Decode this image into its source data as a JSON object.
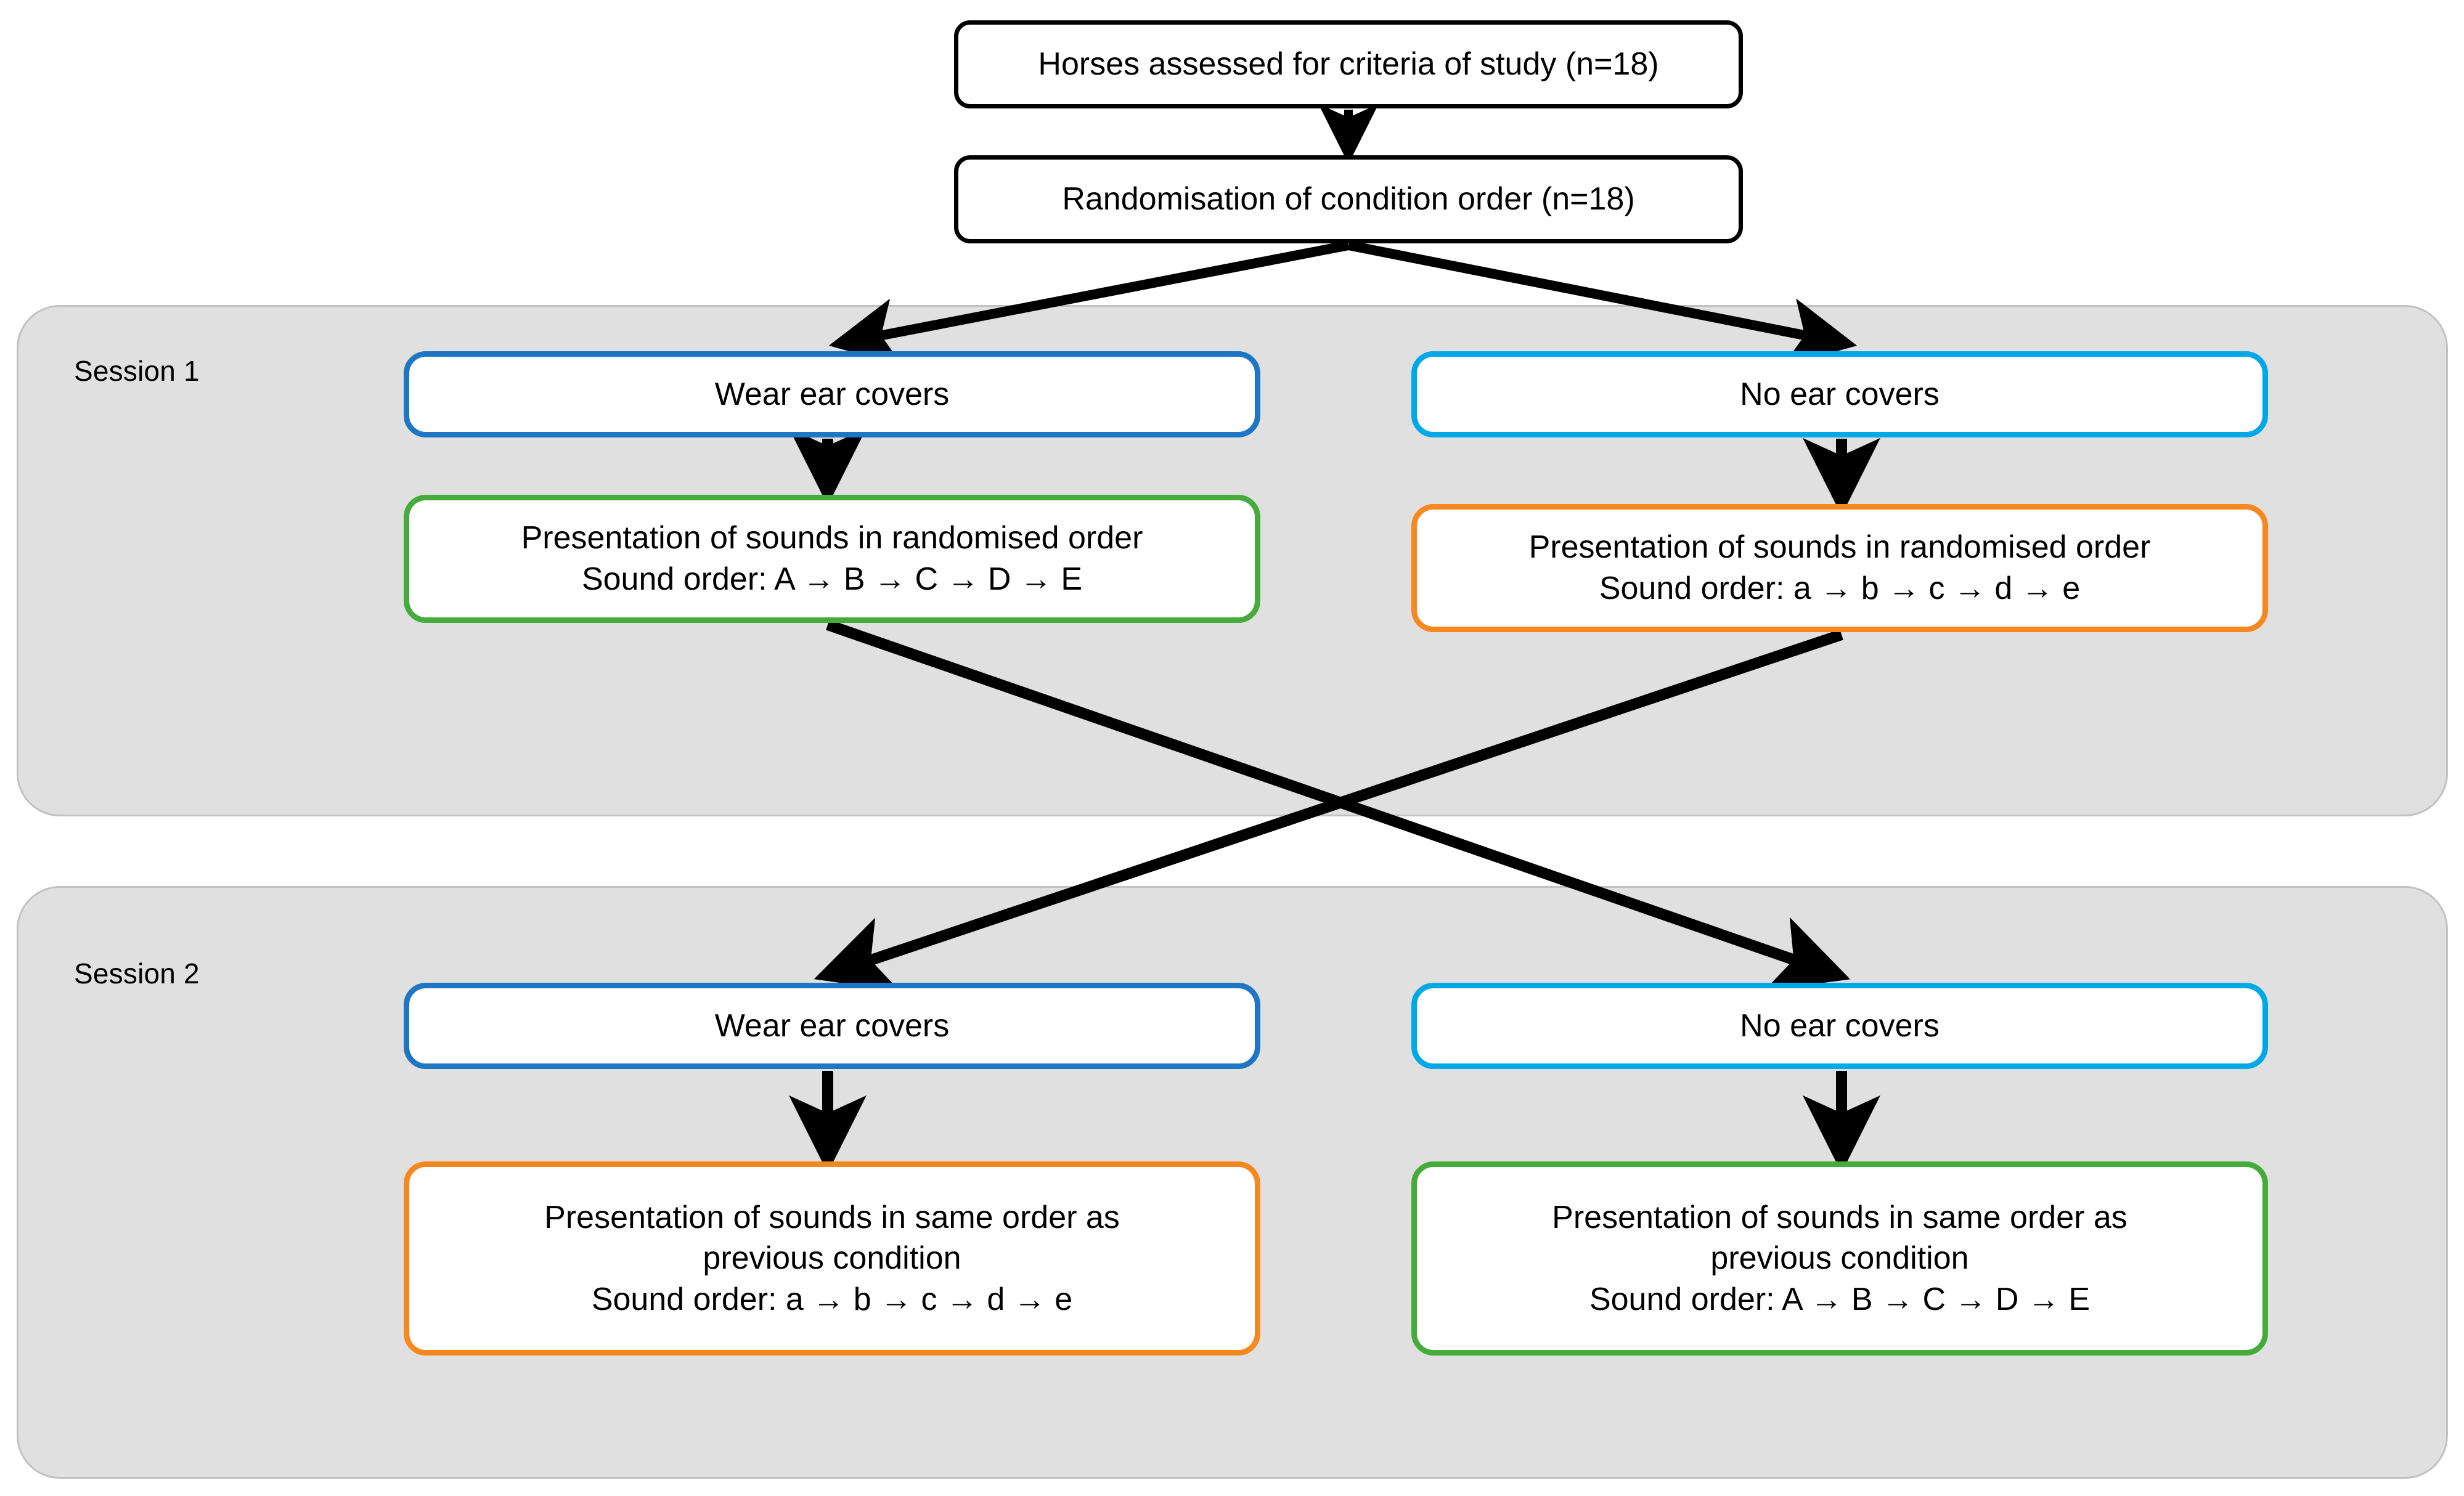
{
  "diagram": {
    "title_text": "Horses assessed for criteria of study (n=18)",
    "colors": {
      "panel_fill": "#e0e0e0",
      "panel_border": "#c2c2c2",
      "box_black": "#000000",
      "box_blue": "#1f77c4",
      "box_cyan": "#00a8e8",
      "box_green": "#45ab3b",
      "box_orange": "#f7871f",
      "arrow": "#000000",
      "page_background": "#ffffff"
    }
  },
  "top": {
    "assessed": "Horses assessed for criteria of study (n=18)",
    "randomisation": "Randomisation of condition order (n=18)"
  },
  "session1": {
    "label": "Session 1",
    "left": {
      "condition": "Wear ear covers",
      "presentation_line1": "Presentation of sounds in randomised order",
      "presentation_line2": "Sound order: A → B → C → D → E"
    },
    "right": {
      "condition": "No ear covers",
      "presentation_line1": "Presentation of sounds in randomised order",
      "presentation_line2": "Sound order: a → b → c → d → e"
    }
  },
  "session2": {
    "label": "Session 2",
    "left": {
      "condition": "Wear ear covers",
      "presentation_line1": "Presentation of sounds in same order as",
      "presentation_line2": "previous condition",
      "presentation_line3": "Sound order: a → b → c → d → e"
    },
    "right": {
      "condition": "No ear covers",
      "presentation_line1": "Presentation of sounds in same order as",
      "presentation_line2": "previous condition",
      "presentation_line3": "Sound order: A → B → C → D → E"
    }
  },
  "chart_data": {
    "type": "diagram",
    "title": "Study design flowchart (crossover, n=18 horses)",
    "nodes": [
      {
        "id": "assessed",
        "label": "Horses assessed for criteria of study (n=18)",
        "border": "#000000",
        "group": "top"
      },
      {
        "id": "randomisation",
        "label": "Randomisation of condition order (n=18)",
        "border": "#000000",
        "group": "top"
      },
      {
        "id": "s1-wear",
        "label": "Wear ear covers",
        "border": "#1f77c4",
        "group": "Session 1"
      },
      {
        "id": "s1-nocov",
        "label": "No ear covers",
        "border": "#00a8e8",
        "group": "Session 1"
      },
      {
        "id": "s1-green",
        "label": "Presentation of sounds in randomised order / Sound order: A → B → C → D → E",
        "border": "#45ab3b",
        "group": "Session 1"
      },
      {
        "id": "s1-orange",
        "label": "Presentation of sounds in randomised order / Sound order: a → b → c → d → e",
        "border": "#f7871f",
        "group": "Session 1"
      },
      {
        "id": "s2-wear",
        "label": "Wear ear covers",
        "border": "#1f77c4",
        "group": "Session 2"
      },
      {
        "id": "s2-nocov",
        "label": "No ear covers",
        "border": "#00a8e8",
        "group": "Session 2"
      },
      {
        "id": "s2-orange",
        "label": "Presentation of sounds in same order as previous condition / Sound order: a → b → c → d → e",
        "border": "#f7871f",
        "group": "Session 2"
      },
      {
        "id": "s2-green",
        "label": "Presentation of sounds in same order as previous condition / Sound order: A → B → C → D → E",
        "border": "#45ab3b",
        "group": "Session 2"
      }
    ],
    "edges": [
      {
        "from": "assessed",
        "to": "randomisation"
      },
      {
        "from": "randomisation",
        "to": "s1-wear"
      },
      {
        "from": "randomisation",
        "to": "s1-nocov"
      },
      {
        "from": "s1-wear",
        "to": "s1-green"
      },
      {
        "from": "s1-nocov",
        "to": "s1-orange"
      },
      {
        "from": "s1-green",
        "to": "s2-nocov"
      },
      {
        "from": "s1-orange",
        "to": "s2-wear"
      },
      {
        "from": "s2-wear",
        "to": "s2-orange"
      },
      {
        "from": "s2-nocov",
        "to": "s2-green"
      }
    ],
    "groups": [
      "Session 1",
      "Session 2"
    ],
    "n_horses": 18,
    "sound_order_upper": [
      "A",
      "B",
      "C",
      "D",
      "E"
    ],
    "sound_order_lower": [
      "a",
      "b",
      "c",
      "d",
      "e"
    ]
  }
}
